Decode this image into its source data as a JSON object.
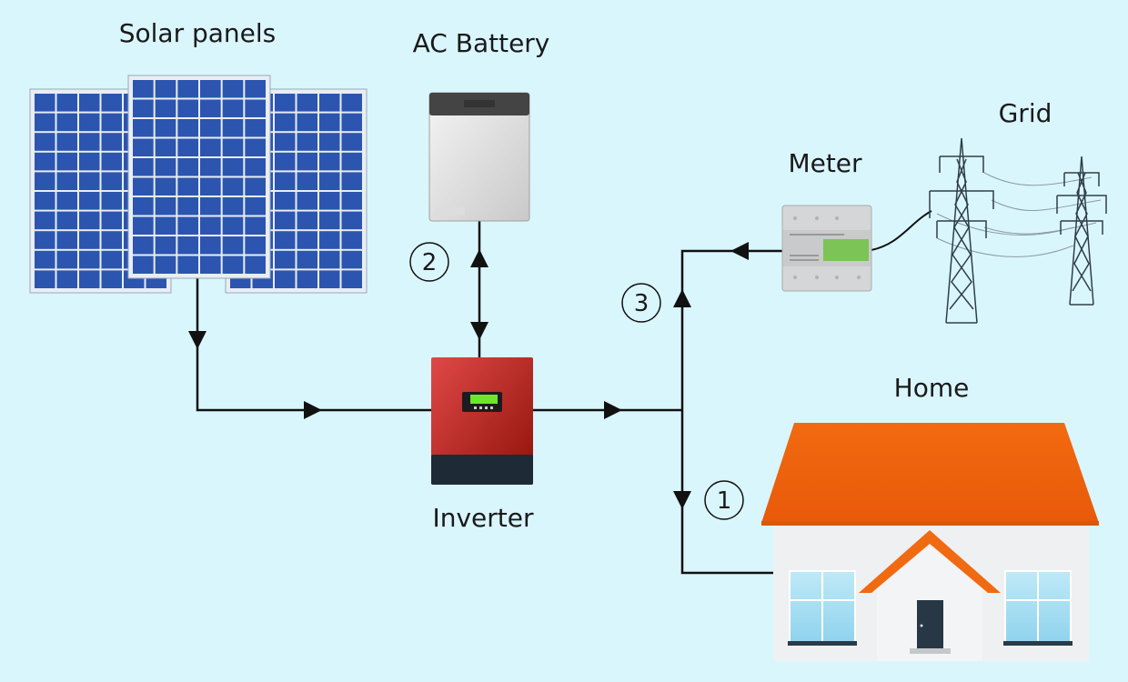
{
  "labels": {
    "solar_panels": "Solar panels",
    "ac_battery": "AC Battery",
    "grid": "Grid",
    "meter": "Meter",
    "home": "Home",
    "inverter": "Inverter"
  },
  "flow_markers": {
    "home_flow": "1",
    "battery_flow": "2",
    "grid_flow": "3"
  },
  "colors": {
    "background": "#daf6fd",
    "panel_cell": "#2c55b0",
    "inverter": "#c0282a",
    "roof": "#f06a12",
    "meter_display": "#7dc456",
    "inverter_display": "#6be82a"
  }
}
